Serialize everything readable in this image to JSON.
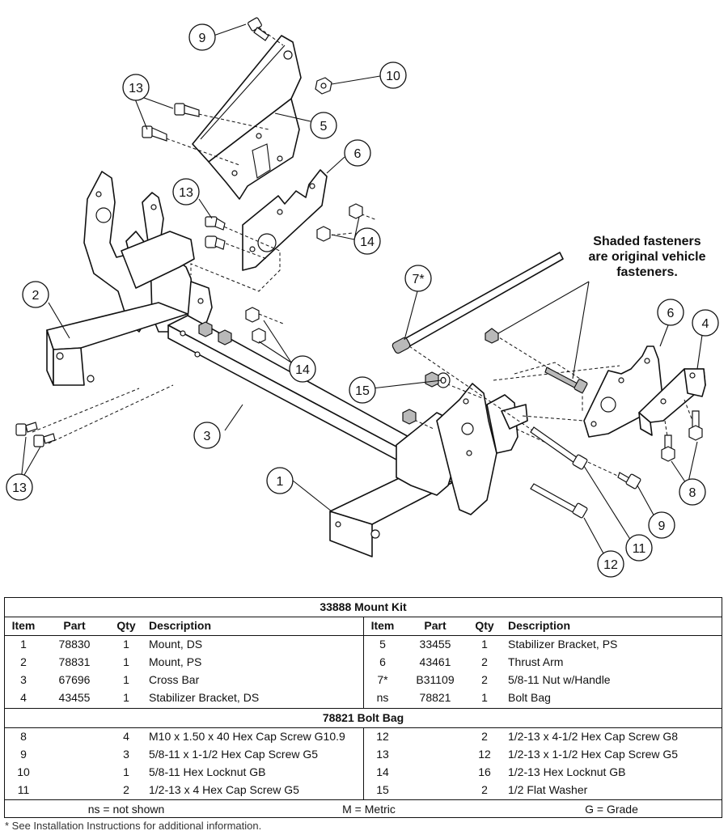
{
  "diagram": {
    "note_lines": [
      "Shaded fasteners",
      "are original vehicle",
      "fasteners."
    ],
    "callouts": [
      {
        "id": "c9a",
        "label": "9"
      },
      {
        "id": "c10",
        "label": "10"
      },
      {
        "id": "c13a",
        "label": "13"
      },
      {
        "id": "c5",
        "label": "5"
      },
      {
        "id": "c6a",
        "label": "6"
      },
      {
        "id": "c13b",
        "label": "13"
      },
      {
        "id": "c14a",
        "label": "14"
      },
      {
        "id": "c2",
        "label": "2"
      },
      {
        "id": "c7",
        "label": "7*"
      },
      {
        "id": "c14b",
        "label": "14"
      },
      {
        "id": "c6b",
        "label": "6"
      },
      {
        "id": "c4",
        "label": "4"
      },
      {
        "id": "c15",
        "label": "15"
      },
      {
        "id": "c3",
        "label": "3"
      },
      {
        "id": "c13c",
        "label": "13"
      },
      {
        "id": "c1",
        "label": "1"
      },
      {
        "id": "c8",
        "label": "8"
      },
      {
        "id": "c9b",
        "label": "9"
      },
      {
        "id": "c11",
        "label": "11"
      },
      {
        "id": "c12",
        "label": "12"
      }
    ]
  },
  "table": {
    "mount_kit_title": "33888  Mount Kit",
    "bolt_bag_title": "78821  Bolt Bag",
    "headers": {
      "item": "Item",
      "part": "Part",
      "qty": "Qty",
      "description": "Description"
    },
    "mount_kit_left": [
      {
        "item": "1",
        "part": "78830",
        "qty": "1",
        "description": "Mount, DS"
      },
      {
        "item": "2",
        "part": "78831",
        "qty": "1",
        "description": "Mount, PS"
      },
      {
        "item": "3",
        "part": "67696",
        "qty": "1",
        "description": "Cross Bar"
      },
      {
        "item": "4",
        "part": "43455",
        "qty": "1",
        "description": "Stabilizer Bracket, DS"
      }
    ],
    "mount_kit_right": [
      {
        "item": "5",
        "part": "33455",
        "qty": "1",
        "description": "Stabilizer Bracket, PS"
      },
      {
        "item": "6",
        "part": "43461",
        "qty": "2",
        "description": "Thrust Arm"
      },
      {
        "item": "7*",
        "part": "B31109",
        "qty": "2",
        "description": "5/8-11 Nut w/Handle"
      },
      {
        "item": "ns",
        "part": "78821",
        "qty": "1",
        "description": "Bolt Bag"
      }
    ],
    "bolt_bag_left": [
      {
        "item": "8",
        "part": "",
        "qty": "4",
        "description": "M10 x 1.50 x 40 Hex Cap Screw G10.9"
      },
      {
        "item": "9",
        "part": "",
        "qty": "3",
        "description": "5/8-11 x 1-1/2 Hex Cap Screw G5"
      },
      {
        "item": "10",
        "part": "",
        "qty": "1",
        "description": "5/8-11 Hex Locknut GB"
      },
      {
        "item": "11",
        "part": "",
        "qty": "2",
        "description": "1/2-13 x 4 Hex Cap Screw G5"
      }
    ],
    "bolt_bag_right": [
      {
        "item": "12",
        "part": "",
        "qty": "2",
        "description": "1/2-13 x 4-1/2 Hex Cap Screw G8"
      },
      {
        "item": "13",
        "part": "",
        "qty": "12",
        "description": "1/2-13 x 1-1/2 Hex Cap Screw G5"
      },
      {
        "item": "14",
        "part": "",
        "qty": "16",
        "description": "1/2-13 Hex Locknut GB"
      },
      {
        "item": "15",
        "part": "",
        "qty": "2",
        "description": "1/2 Flat Washer"
      }
    ],
    "legend": {
      "ns": "ns = not shown",
      "m": "M = Metric",
      "g": "G = Grade"
    }
  },
  "footnote": "* See Installation Instructions for additional information."
}
